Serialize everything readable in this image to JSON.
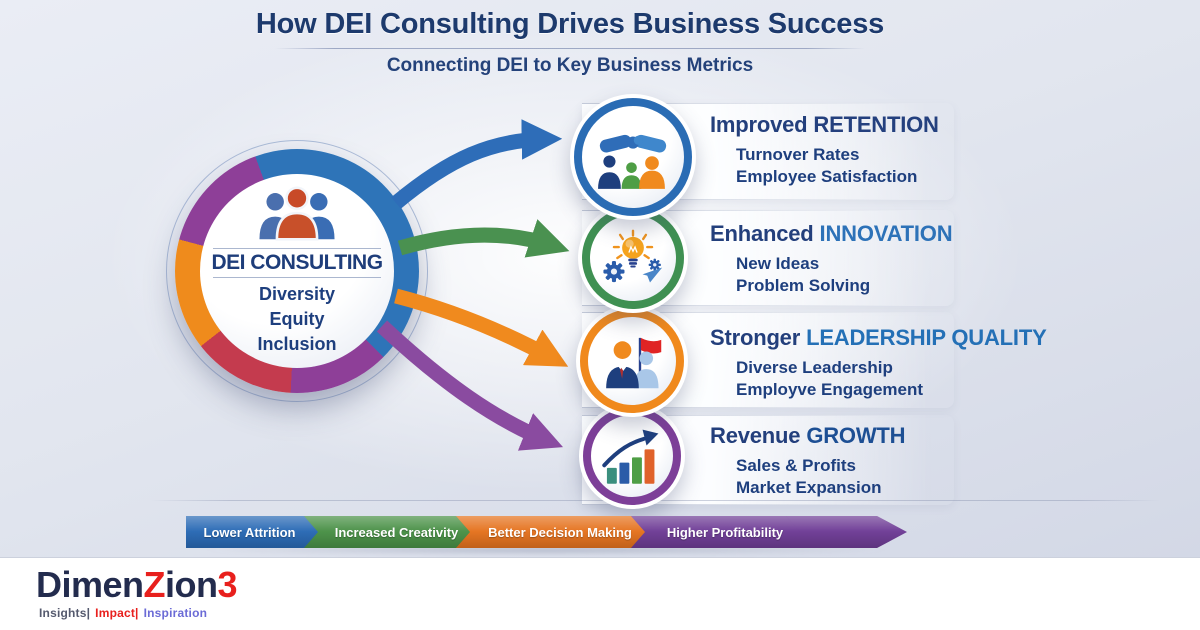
{
  "header": {
    "title": "How DEI Consulting Drives Business Success",
    "subtitle": "Connecting DEI to Key Business Metrics"
  },
  "hub": {
    "title": "DEI CONSULTING",
    "values": [
      "Diversity",
      "Equity",
      "Inclusion"
    ],
    "ring_colors": {
      "blue": "#2e74b8",
      "purple": "#8e3f98",
      "red": "#c43b4e",
      "orange": "#ef8b1c"
    }
  },
  "rows": [
    {
      "icon": "handshake-icon",
      "ring_color": "#2a6cb4",
      "heading_prefix": "Improved",
      "heading_keyword": "RETENTION",
      "keyword_color": "#24407e",
      "bullets": [
        "Turnover Rates",
        "Employee Satisfaction"
      ]
    },
    {
      "icon": "lightbulb-gears-icon",
      "ring_color": "#3f9052",
      "heading_prefix": "Enhanced",
      "heading_keyword": "INNOVATION",
      "keyword_color": "#2d72b8",
      "bullets": [
        "New Ideas",
        "Problem Solving"
      ]
    },
    {
      "icon": "leader-flag-icon",
      "ring_color": "#f0891c",
      "heading_prefix": "Stronger",
      "heading_keyword": "LEADERSHIP QUALITY",
      "keyword_color": "#2470b6",
      "bullets": [
        "Diverse Leadership",
        "Employve Engagement"
      ]
    },
    {
      "icon": "growth-chart-icon",
      "ring_color": "#7d3f98",
      "heading_prefix": "Revenue",
      "heading_keyword": "GROWTH",
      "keyword_color": "#1d4f94",
      "bullets": [
        "Sales & Profits",
        "Market Expansion"
      ]
    }
  ],
  "arrows": [
    {
      "name": "arrow-to-retention",
      "color": "#2e6db8"
    },
    {
      "name": "arrow-to-innovation",
      "color": "#4a9150"
    },
    {
      "name": "arrow-to-leadership",
      "color": "#f08a1e"
    },
    {
      "name": "arrow-to-growth",
      "color": "#8a4ba0"
    }
  ],
  "bottom_bar": {
    "segments": [
      {
        "label": "Lower Attrition",
        "color": "#2a6ab5"
      },
      {
        "label": "Increased Creativity",
        "color": "#4a9147"
      },
      {
        "label": "Better Decision Making",
        "color": "#e5731f"
      },
      {
        "label": "Higher Profitability",
        "color": "#6f3d96"
      }
    ],
    "tail_color": "#6f3d96"
  },
  "footer": {
    "logo_parts": [
      {
        "text": "Dimen",
        "color": "#232c4e"
      },
      {
        "text": "Z",
        "color": "#e8201d"
      },
      {
        "text": "ion",
        "color": "#232c4e"
      },
      {
        "text": "3",
        "color": "#e8201d"
      }
    ],
    "tagline_parts": [
      {
        "text": "Insights|",
        "color": "#555a6e"
      },
      {
        "text": "Impact|",
        "color": "#e8201d"
      },
      {
        "text": "Inspiration",
        "color": "#6b6bd6"
      }
    ]
  }
}
